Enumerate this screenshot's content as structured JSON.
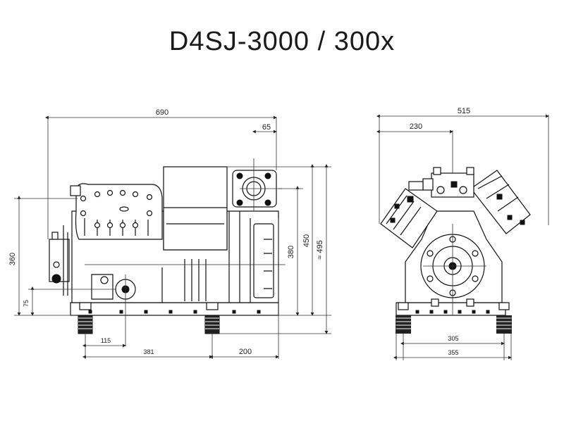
{
  "title": "D4SJ-3000 / 300x",
  "side_view": {
    "dims": {
      "overall_length": "690",
      "top_offset": "65",
      "overall_height": "360",
      "foot_height": "75",
      "foot_to_center": "115",
      "foot_spacing": "381",
      "rear_overhang": "200",
      "height_380": "380",
      "height_450": "450",
      "height_495": "≈ 495"
    }
  },
  "end_view": {
    "dims": {
      "overall_width": "515",
      "width_230": "230",
      "foot_span_305": "305",
      "foot_span_355": "355"
    }
  }
}
